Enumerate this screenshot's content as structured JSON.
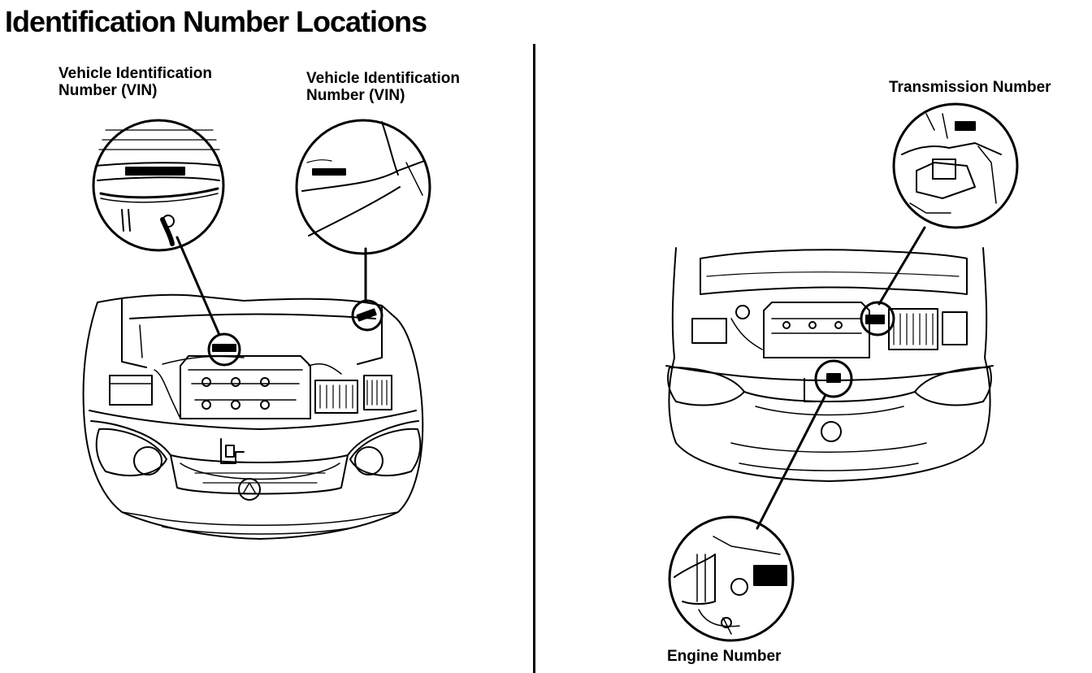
{
  "page": {
    "title": "Identification Number Locations"
  },
  "labels": {
    "vin_windshield_line1": "Vehicle Identification",
    "vin_windshield_line2": "Number (VIN)",
    "vin_strut_line1": "Vehicle Identification",
    "vin_strut_line2": "Number (VIN)",
    "transmission": "Transmission Number",
    "engine": "Engine Number"
  },
  "colors": {
    "ink": "#000000",
    "paper": "#ffffff"
  }
}
